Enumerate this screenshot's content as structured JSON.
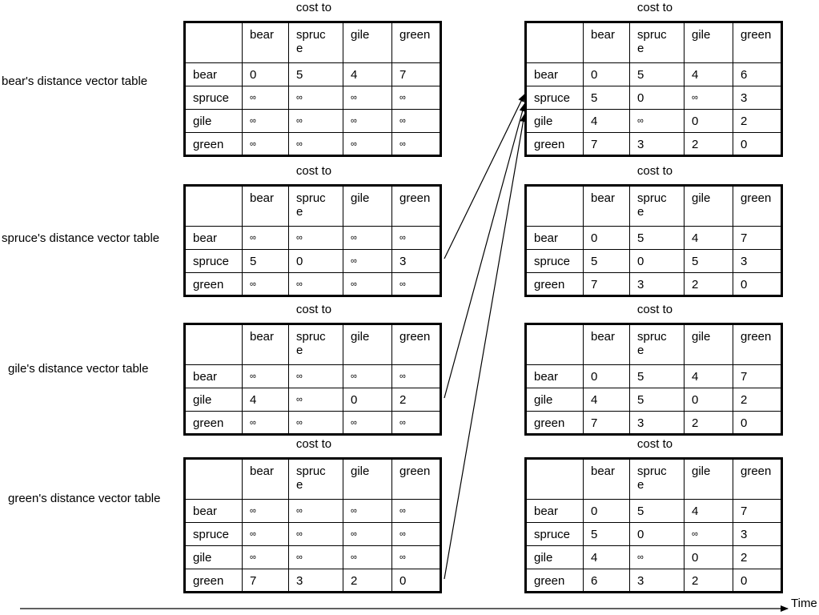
{
  "column_header_label": "cost to",
  "time_label": "Time",
  "columns": [
    "",
    "bear",
    "spruc\ne",
    "gile",
    "green"
  ],
  "left_tables": [
    {
      "title": "bear's distance vector table",
      "rows": [
        [
          "bear",
          "0",
          "5",
          "4",
          "7"
        ],
        [
          "spruce",
          "∞",
          "∞",
          "∞",
          "∞"
        ],
        [
          "gile",
          "∞",
          "∞",
          "∞",
          "∞"
        ],
        [
          "green",
          "∞",
          "∞",
          "∞",
          "∞"
        ]
      ]
    },
    {
      "title": "spruce's distance vector table",
      "rows": [
        [
          "bear",
          "∞",
          "∞",
          "∞",
          "∞"
        ],
        [
          "spruce",
          "5",
          "0",
          "∞",
          "3"
        ],
        [
          "green",
          "∞",
          "∞",
          "∞",
          "∞"
        ]
      ]
    },
    {
      "title": "gile's distance vector table",
      "rows": [
        [
          "bear",
          "∞",
          "∞",
          "∞",
          "∞"
        ],
        [
          "gile",
          "4",
          "∞",
          "0",
          "2"
        ],
        [
          "green",
          "∞",
          "∞",
          "∞",
          "∞"
        ]
      ]
    },
    {
      "title": "green's distance vector table",
      "rows": [
        [
          "bear",
          "∞",
          "∞",
          "∞",
          "∞"
        ],
        [
          "spruce",
          "∞",
          "∞",
          "∞",
          "∞"
        ],
        [
          "gile",
          "∞",
          "∞",
          "∞",
          "∞"
        ],
        [
          "green",
          "7",
          "3",
          "2",
          "0"
        ]
      ]
    }
  ],
  "right_tables": [
    {
      "rows": [
        [
          "bear",
          "0",
          "5",
          "4",
          "6"
        ],
        [
          "spruce",
          "5",
          "0",
          "∞",
          "3"
        ],
        [
          "gile",
          "4",
          "∞",
          "0",
          "2"
        ],
        [
          "green",
          "7",
          "3",
          "2",
          "0"
        ]
      ]
    },
    {
      "rows": [
        [
          "bear",
          "0",
          "5",
          "4",
          "7"
        ],
        [
          "spruce",
          "5",
          "0",
          "5",
          "3"
        ],
        [
          "green",
          "7",
          "3",
          "2",
          "0"
        ]
      ]
    },
    {
      "rows": [
        [
          "bear",
          "0",
          "5",
          "4",
          "7"
        ],
        [
          "gile",
          "4",
          "5",
          "0",
          "2"
        ],
        [
          "green",
          "7",
          "3",
          "2",
          "0"
        ]
      ]
    },
    {
      "rows": [
        [
          "bear",
          "0",
          "5",
          "4",
          "7"
        ],
        [
          "spruce",
          "5",
          "0",
          "∞",
          "3"
        ],
        [
          "gile",
          "4",
          "∞",
          "0",
          "2"
        ],
        [
          "green",
          "6",
          "3",
          "2",
          "0"
        ]
      ]
    }
  ]
}
